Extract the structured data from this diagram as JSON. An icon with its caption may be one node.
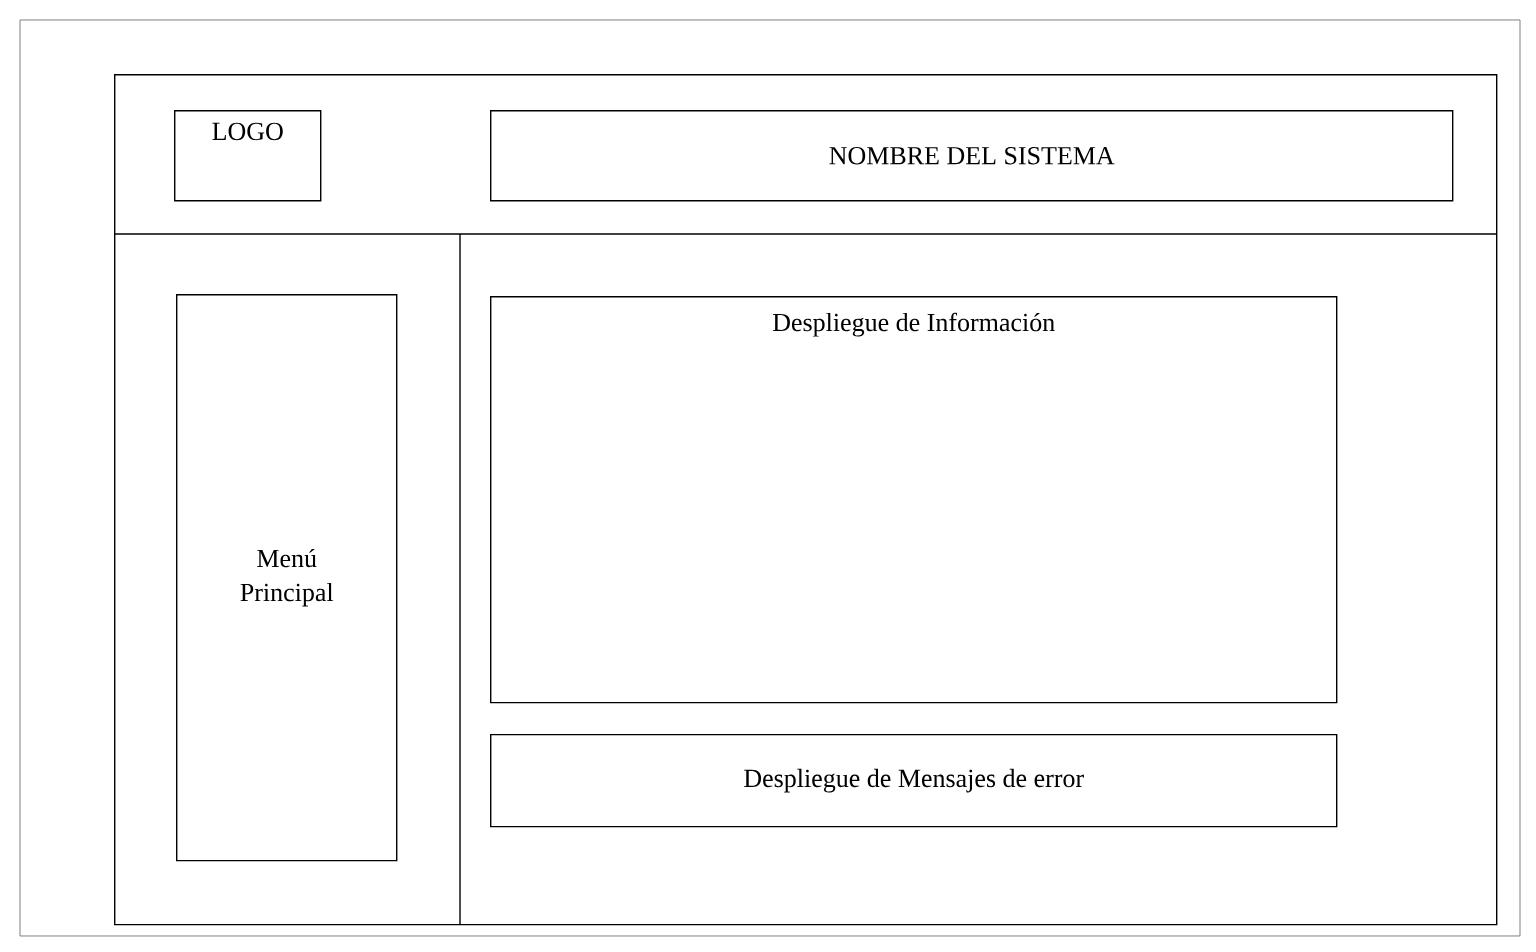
{
  "diagram": {
    "nodes": [
      {
        "text": [],
        "shape": "box"
      },
      {
        "text": [
          "LOGO"
        ],
        "in": 0
      },
      {
        "text": [
          "NOMBRE DEL SISTEMA"
        ],
        "in": 0
      },
      {
        "text": [
          "Menú Principal"
        ],
        "in": 0
      },
      {
        "text": [
          "Despliegue de Información"
        ],
        "in": 0
      },
      {
        "text": [
          "Despliegue de Mensajes de error"
        ],
        "in": 0
      }
    ],
    "edges": []
  }
}
